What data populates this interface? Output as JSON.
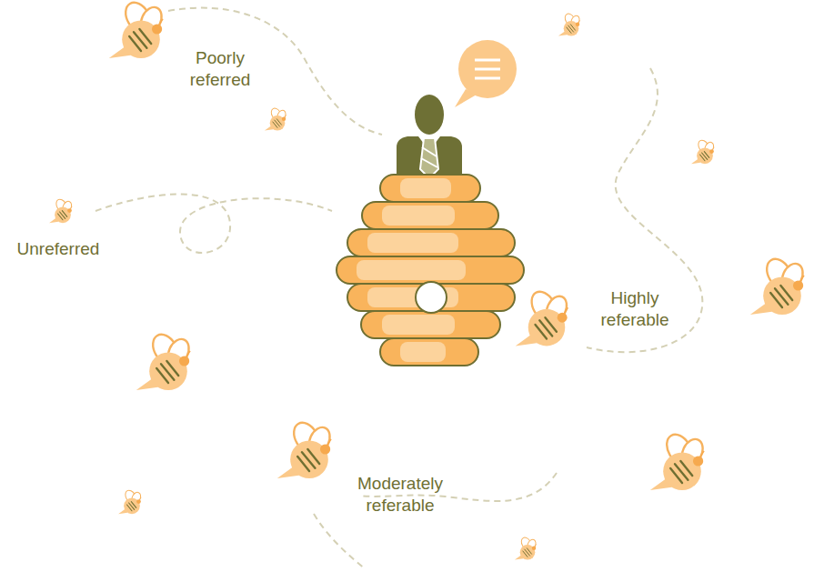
{
  "diagram": {
    "labels": [
      "Poorly referred",
      "Unreferred",
      "Highly referable",
      "Moderately referable"
    ]
  }
}
